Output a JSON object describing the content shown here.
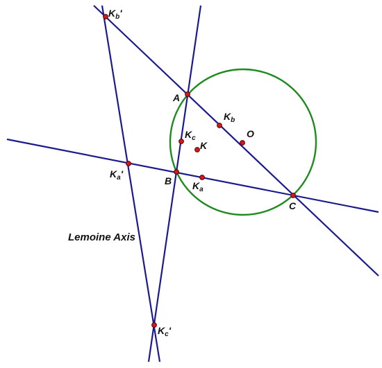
{
  "diagram": {
    "axis_label": "Lemoine Axis",
    "points": {
      "kb_prime": {
        "base": "K",
        "sub": "b",
        "prime": "'"
      },
      "a": {
        "text": "A"
      },
      "kb": {
        "base": "K",
        "sub": "b"
      },
      "o": {
        "text": "O"
      },
      "kc": {
        "base": "K",
        "sub": "c"
      },
      "k": {
        "text": "K"
      },
      "ka_prime": {
        "base": "K",
        "sub": "a",
        "prime": "'"
      },
      "b": {
        "text": "B"
      },
      "ka": {
        "base": "K",
        "sub": "a"
      },
      "c": {
        "text": "C"
      },
      "kc_prime": {
        "base": "K",
        "sub": "c",
        "prime": "'"
      }
    },
    "colors": {
      "lines": "#1a1a8c",
      "circle": "#1f8a1f",
      "points": "#d11a1a"
    }
  }
}
